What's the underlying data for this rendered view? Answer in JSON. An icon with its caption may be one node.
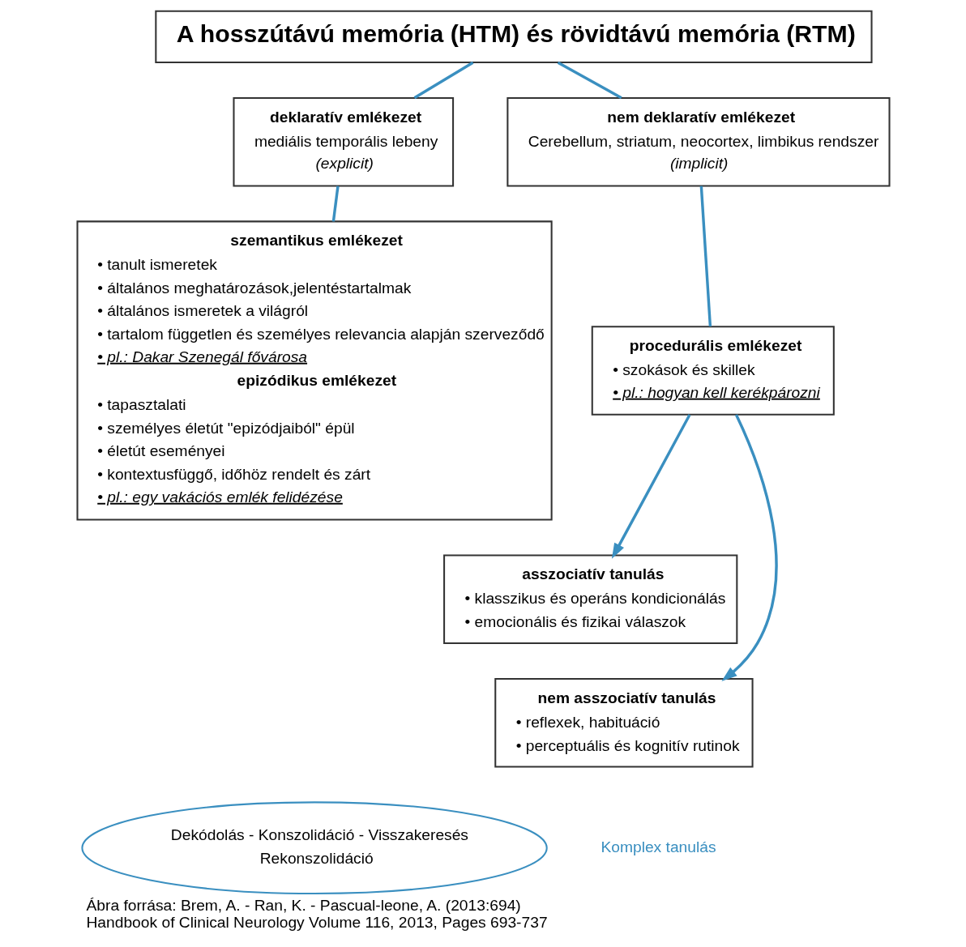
{
  "diagram": {
    "caption": "Ábra forrása: Brem, A. - Ran, K. - Pascual-leone, A. (2013:694) Handbook of Clinical Neurology Volume 116, 2013, Pages 693-737",
    "nodes": [
      {
        "text": [
          "A hosszútávú memória (HTM) és rövidtávú memória (RTM)"
        ]
      },
      {
        "text": [
          "deklaratív emlékezet",
          "mediális temporális lebeny",
          "(explicit)"
        ]
      },
      {
        "text": [
          "nem deklaratív emlékezet",
          "Cerebellum, striatum, neocortex, limbikus rendszer",
          "(implicit)"
        ]
      },
      {
        "text": [
          "szemantikus emlékezet",
          "• tanult ismeretek",
          "• általános meghatározások,jelentéstartalmak",
          "• általános ismeretek a világról",
          "• tartalom független és személyes relevancia alapján szerveződő",
          "• pl.: Dakar Szenegál fővárosa",
          "epizódikus emlékezet",
          "• tapasztalati",
          "• személyes életút \"epizódjaiból\" épül",
          "• életút eseményei",
          "• kontextusfüggő, időhöz rendelt és zárt",
          "• pl.: egy vakációs emlék felidézése"
        ]
      },
      {
        "text": [
          "procedurális emlékezet",
          "• szokások és skillek",
          "• pl.: hogyan kell kerékpározni"
        ]
      },
      {
        "text": [
          "asszociatív tanulás",
          "• klasszikus és operáns kondicionálás",
          "• emocionális és fizikai válaszok"
        ]
      },
      {
        "text": [
          "nem asszociatív tanulás",
          "• reflexek, habituáció",
          "• perceptuális és kognitív rutinok"
        ]
      },
      {
        "text": [
          "Dekódolás - Konszolidáció - Visszakeresés",
          "Rekonszolidáció"
        ]
      }
    ],
    "edges": [
      {
        "from": 0,
        "to": 1,
        "arrow": "none"
      },
      {
        "from": 0,
        "to": 2,
        "arrow": "none"
      },
      {
        "from": 1,
        "to": 3,
        "arrow": "none"
      },
      {
        "from": 2,
        "to": 4,
        "arrow": "none"
      },
      {
        "from": 4,
        "to": 5,
        "arrow": "to"
      },
      {
        "from": 4,
        "to": 6,
        "arrow": "to"
      }
    ],
    "labels": [
      "Komplex tanulás"
    ]
  }
}
